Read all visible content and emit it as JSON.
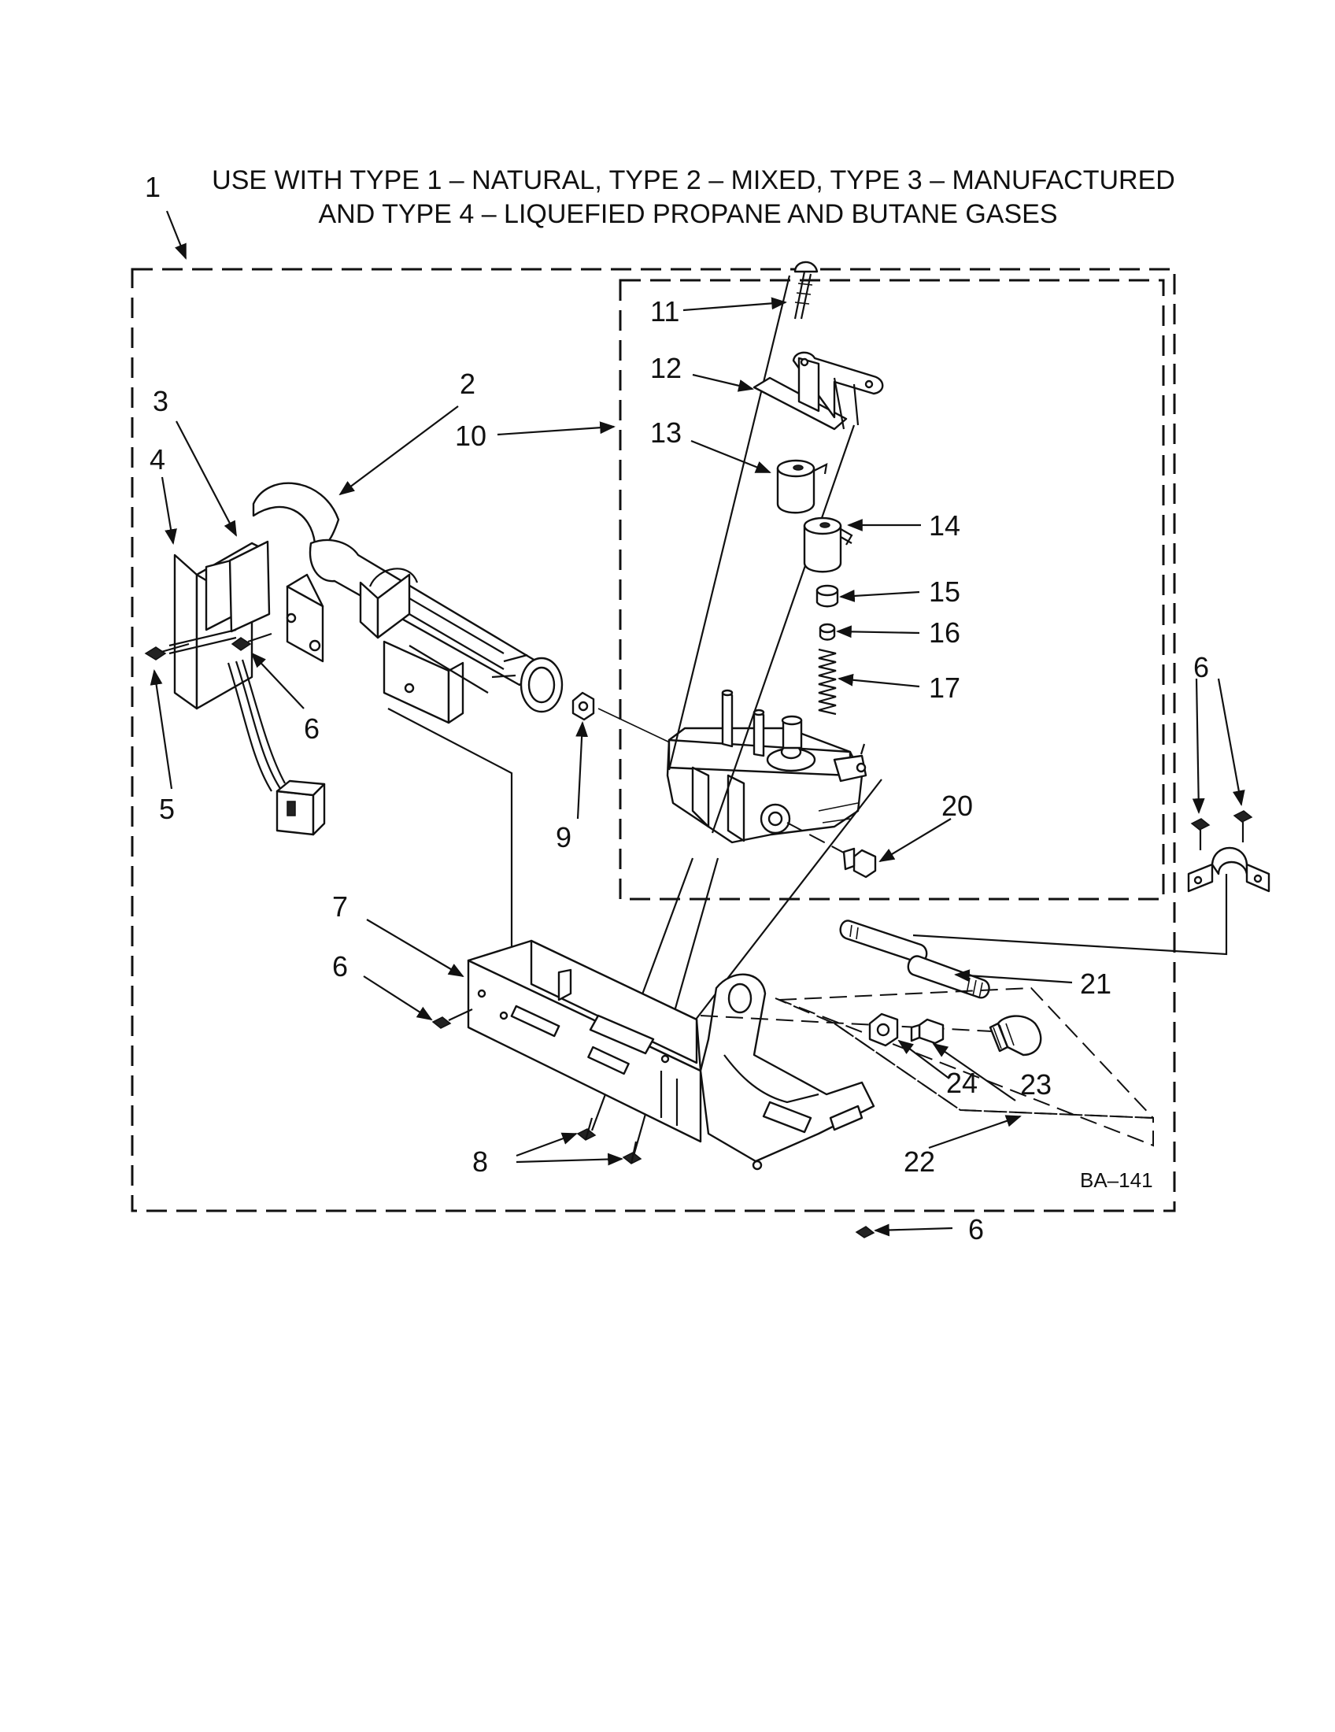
{
  "title": {
    "line1": "USE WITH TYPE 1 – NATURAL, TYPE 2 – MIXED, TYPE 3 – MANUFACTURED",
    "line2": "AND TYPE 4 – LIQUEFIED PROPANE AND BUTANE GASES"
  },
  "diagram_code": "BA–141",
  "labels": {
    "p1": "1",
    "p2": "2",
    "p3": "3",
    "p4": "4",
    "p5": "5",
    "p6a": "6",
    "p6b": "6",
    "p6c": "6",
    "p6d": "6",
    "p7": "7",
    "p8": "8",
    "p9": "9",
    "p10": "10",
    "p11": "11",
    "p12": "12",
    "p13": "13",
    "p14": "14",
    "p15": "15",
    "p16": "16",
    "p17": "17",
    "p20": "20",
    "p21": "21",
    "p22": "22",
    "p23": "23",
    "p24": "24"
  }
}
